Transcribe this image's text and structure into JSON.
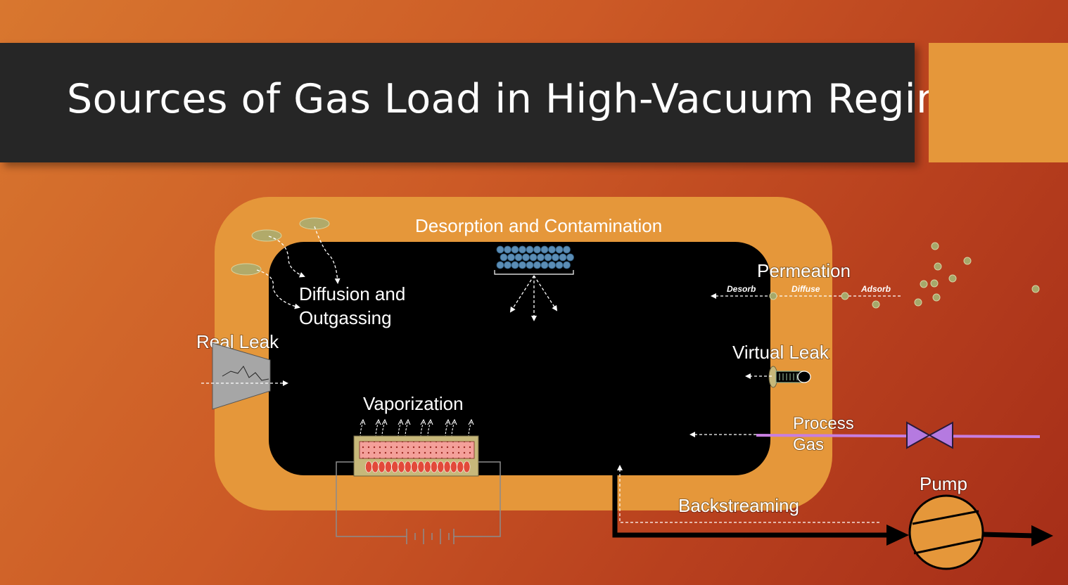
{
  "slide": {
    "title": "Sources of Gas Load in High-Vacuum Regime"
  },
  "diagram": {
    "labels": {
      "desorption": "Desorption and Contamination",
      "diffusion_line1": "Diffusion and",
      "diffusion_line2": "Outgassing",
      "real_leak": "Real Leak",
      "vaporization": "Vaporization",
      "permeation": "Permeation",
      "desorb": "Desorb",
      "diffuse": "Diffuse",
      "adsorb": "Adsorb",
      "virtual_leak": "Virtual Leak",
      "process_line1": "Process",
      "process_line2": "Gas",
      "pump": "Pump",
      "backstreaming": "Backstreaming"
    },
    "colors": {
      "title_bar": "#262626",
      "accent": "#e5973a",
      "chamber_wall": "#e5973a",
      "chamber_interior": "#000000",
      "process_gas_line": "#c77ee0",
      "molecules": "#a6a86a",
      "adsorbed_layer": "#5b8db5"
    }
  }
}
